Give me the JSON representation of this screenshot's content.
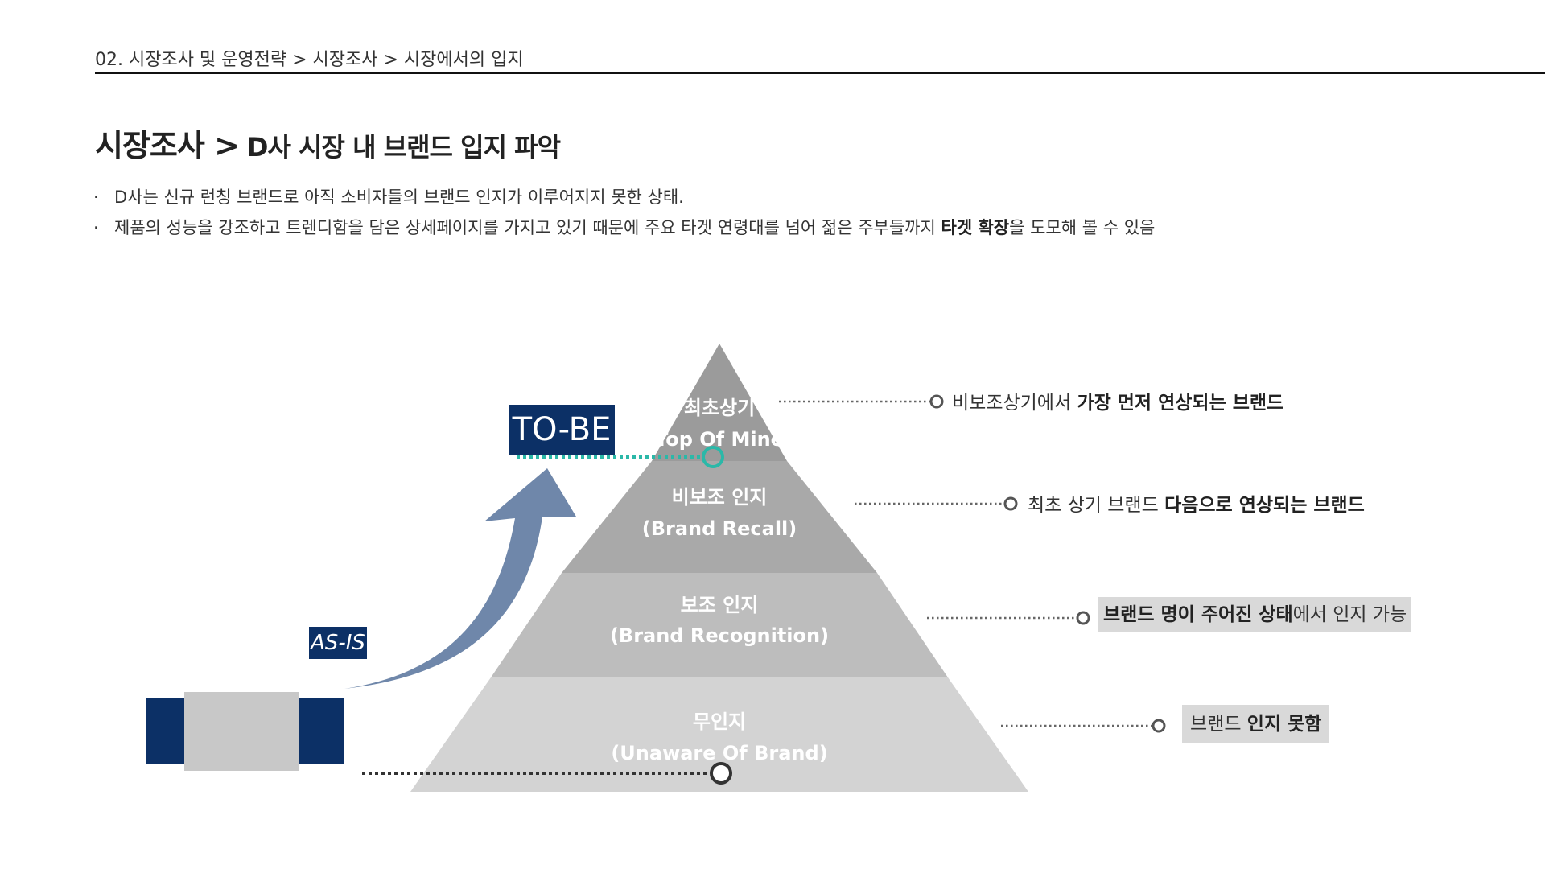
{
  "breadcrumb": "02. 시장조사 및 운영전략  >  시장조사 > 시장에서의 입지",
  "title": {
    "main": "시장조사 >",
    "sub": "D사 시장 내  브랜드 입지 파악"
  },
  "bullets": [
    {
      "marker": "·",
      "text": "D사는 신규 런칭 브랜드로 아직 소비자들의 브랜드 인지가 이루어지지 못한 상태."
    },
    {
      "marker": "·",
      "text_before": "제품의 성능을 강조하고 트렌디함을 담은 상세페이지를 가지고 있기 때문에 주요 타겟 연령대를 넘어 젊은 주부들까지 ",
      "text_bold": "타겟 확장",
      "text_after": "을 도모해 볼 수 있음"
    }
  ],
  "pyramid": [
    {
      "label": "최초상기",
      "sublabel": "(Top Of Mine)",
      "color": "#9b9b9b"
    },
    {
      "label": "비보조 인지",
      "sublabel": "(Brand Recall)",
      "color": "#a9a9a9"
    },
    {
      "label": "보조 인지",
      "sublabel": "(Brand Recognition)",
      "color": "#bdbdbd"
    },
    {
      "label": "무인지",
      "sublabel": "(Unaware Of Brand)",
      "color": "#d3d3d3"
    }
  ],
  "callouts": [
    {
      "normal": "비보조상기에서 ",
      "bold": "가장 먼저 연상되는 브랜드"
    },
    {
      "normal": "최초 상기 브랜드 ",
      "bold": "다음으로 연상되는 브랜드"
    },
    {
      "bold": "브랜드 명이 주어진 상태",
      "normal": "에서 인지 가능"
    },
    {
      "normal": "브랜드 ",
      "bold": "인지 못함"
    }
  ],
  "badges": {
    "tobe": "TO-BE",
    "asis": "AS-IS"
  },
  "colors": {
    "navy": "#0c3066",
    "teal": "#2bb8a8",
    "arrow": "#6f87aa"
  }
}
